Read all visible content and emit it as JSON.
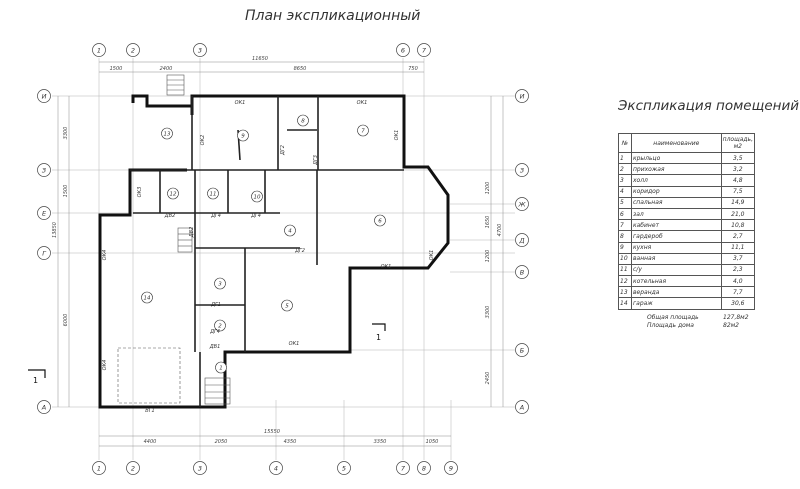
{
  "titles": {
    "plan": "План экспликационный",
    "explication": "Экспликация помещений"
  },
  "axes": {
    "top": [
      "1",
      "2",
      "3",
      "6",
      "7"
    ],
    "bottom": [
      "1",
      "2",
      "3",
      "4",
      "5",
      "7",
      "8",
      "9"
    ],
    "left": [
      "И",
      "З",
      "Е",
      "Г",
      "А"
    ],
    "right": [
      "И",
      "З",
      "Ж",
      "Д",
      "В",
      "Б",
      "А"
    ]
  },
  "dimensions": {
    "top_overall": "11650",
    "top_chain": [
      "1500",
      "2400",
      "8650",
      "750"
    ],
    "bottom_overall": "15550",
    "bottom_chain": [
      "4400",
      "2050",
      "4350",
      "3350",
      "1050"
    ],
    "left": [
      "3300",
      "1500",
      "13850",
      "6000"
    ],
    "right": [
      "1200",
      "1650",
      "4700",
      "1200",
      "3300",
      "2450"
    ]
  },
  "room_numbers": [
    "13",
    "9",
    "8",
    "7",
    "12",
    "11",
    "10",
    "6",
    "4",
    "14",
    "3",
    "5",
    "2",
    "1"
  ],
  "openings": [
    "ОК1",
    "ОК1",
    "ОК2",
    "ОК1",
    "ОК3",
    "ДВ2",
    "ДГ4",
    "ДГ4",
    "ДВ2",
    "ОК4",
    "ДГ2",
    "ДГ3",
    "ДГ2",
    "ОК1",
    "ОК1",
    "ОК4",
    "ДГ1",
    "ДГ4",
    "ДВ1",
    "ОК1",
    "ВГ1"
  ],
  "section_marks": [
    "1",
    "1"
  ],
  "explication": {
    "header": {
      "num": "№",
      "name": "наименование",
      "area_line1": "площадь,",
      "area_line2": "м2"
    },
    "rows": [
      {
        "num": "1",
        "name": "крыльцо",
        "area": "3,5"
      },
      {
        "num": "2",
        "name": "прихожая",
        "area": "3,2"
      },
      {
        "num": "3",
        "name": "холл",
        "area": "4,8"
      },
      {
        "num": "4",
        "name": "коридор",
        "area": "7,5"
      },
      {
        "num": "5",
        "name": "спальная",
        "area": "14,9"
      },
      {
        "num": "6",
        "name": "зал",
        "area": "21,0"
      },
      {
        "num": "7",
        "name": "кабинет",
        "area": "10,8"
      },
      {
        "num": "8",
        "name": "гардероб",
        "area": "2,7"
      },
      {
        "num": "9",
        "name": "кухня",
        "area": "11,1"
      },
      {
        "num": "10",
        "name": "ванная",
        "area": "3,7"
      },
      {
        "num": "11",
        "name": "с/у",
        "area": "2,3"
      },
      {
        "num": "12",
        "name": "котельная",
        "area": "4,0"
      },
      {
        "num": "13",
        "name": "веранда",
        "area": "7,7"
      },
      {
        "num": "14",
        "name": "гараж",
        "area": "30,6"
      }
    ],
    "total_label": "Общая площадь",
    "total_value": "127,8м2",
    "house_label": "Площадь дома",
    "house_value": "82м2"
  }
}
